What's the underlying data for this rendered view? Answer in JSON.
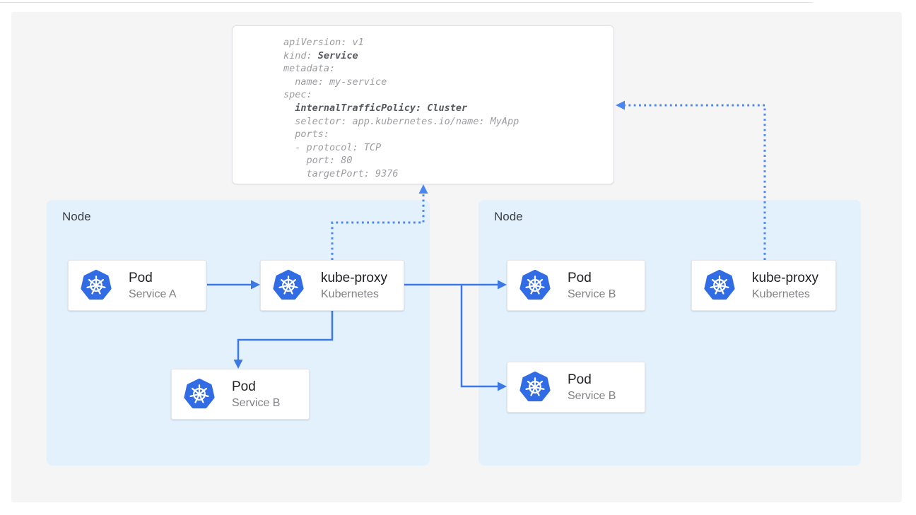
{
  "colors": {
    "kubernetes_blue": "#326ce5",
    "solid_arrow_blue": "#3c79e6",
    "dotted_arrow_blue": "#4a86ef",
    "node_background": "#e3f1fd",
    "canvas_background": "#f5f5f6",
    "card_background": "#ffffff",
    "code_regular_gray": "#9b9da1",
    "code_bold_gray": "#55585d"
  },
  "code_block": {
    "lines": [
      {
        "segments": [
          {
            "text": "apiVersion: v1",
            "bold": false
          }
        ]
      },
      {
        "segments": [
          {
            "text": "kind: ",
            "bold": false
          },
          {
            "text": "Service",
            "bold": true
          }
        ]
      },
      {
        "segments": [
          {
            "text": "metadata:",
            "bold": false
          }
        ]
      },
      {
        "segments": [
          {
            "text": "  name: my-service",
            "bold": false
          }
        ]
      },
      {
        "segments": [
          {
            "text": "spec:",
            "bold": false
          }
        ]
      },
      {
        "segments": [
          {
            "text": "  ",
            "bold": false
          },
          {
            "text": "internalTrafficPolicy: Cluster",
            "bold": true
          }
        ]
      },
      {
        "segments": [
          {
            "text": "  selector: app.kubernetes.io/name: MyApp",
            "bold": false
          }
        ]
      },
      {
        "segments": [
          {
            "text": "  ports:",
            "bold": false
          }
        ]
      },
      {
        "segments": [
          {
            "text": "  - protocol: TCP",
            "bold": false
          }
        ]
      },
      {
        "segments": [
          {
            "text": "    port: 80",
            "bold": false
          }
        ]
      },
      {
        "segments": [
          {
            "text": "    targetPort: 9376",
            "bold": false
          }
        ]
      }
    ]
  },
  "left_node": {
    "label": "Node"
  },
  "right_node": {
    "label": "Node"
  },
  "cards": {
    "pod_a": {
      "title": "Pod",
      "subtitle": "Service A",
      "icon": "kubernetes-logo"
    },
    "kube_proxy_left": {
      "title": "kube-proxy",
      "subtitle": "Kubernetes",
      "icon": "kubernetes-logo"
    },
    "pod_b_left": {
      "title": "Pod",
      "subtitle": "Service B",
      "icon": "kubernetes-logo"
    },
    "pod_b_right_top": {
      "title": "Pod",
      "subtitle": "Service B",
      "icon": "kubernetes-logo"
    },
    "pod_b_right_bottom": {
      "title": "Pod",
      "subtitle": "Service B",
      "icon": "kubernetes-logo"
    },
    "kube_proxy_right": {
      "title": "kube-proxy",
      "subtitle": "Kubernetes",
      "icon": "kubernetes-logo"
    }
  }
}
